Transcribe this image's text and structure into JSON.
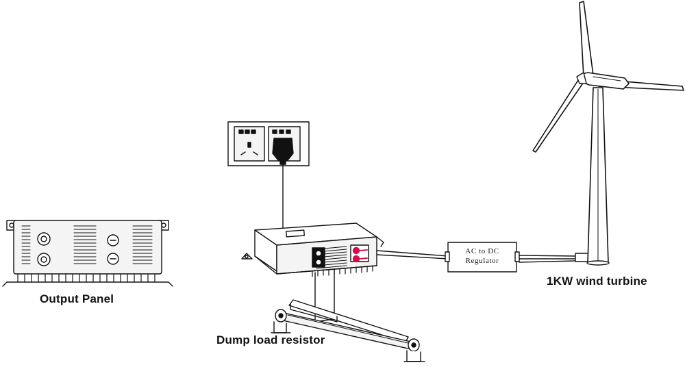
{
  "labels": {
    "output_panel": "Output Panel",
    "dump_load": "Dump load resistor",
    "wind_turbine": "1KW wind turbine"
  },
  "regulator": {
    "line1": "AC to DC",
    "line2": "Regulator"
  },
  "colors": {
    "stroke": "#111111",
    "panel_fill": "#f4f4f4",
    "terminal_red": "#d0104c"
  }
}
